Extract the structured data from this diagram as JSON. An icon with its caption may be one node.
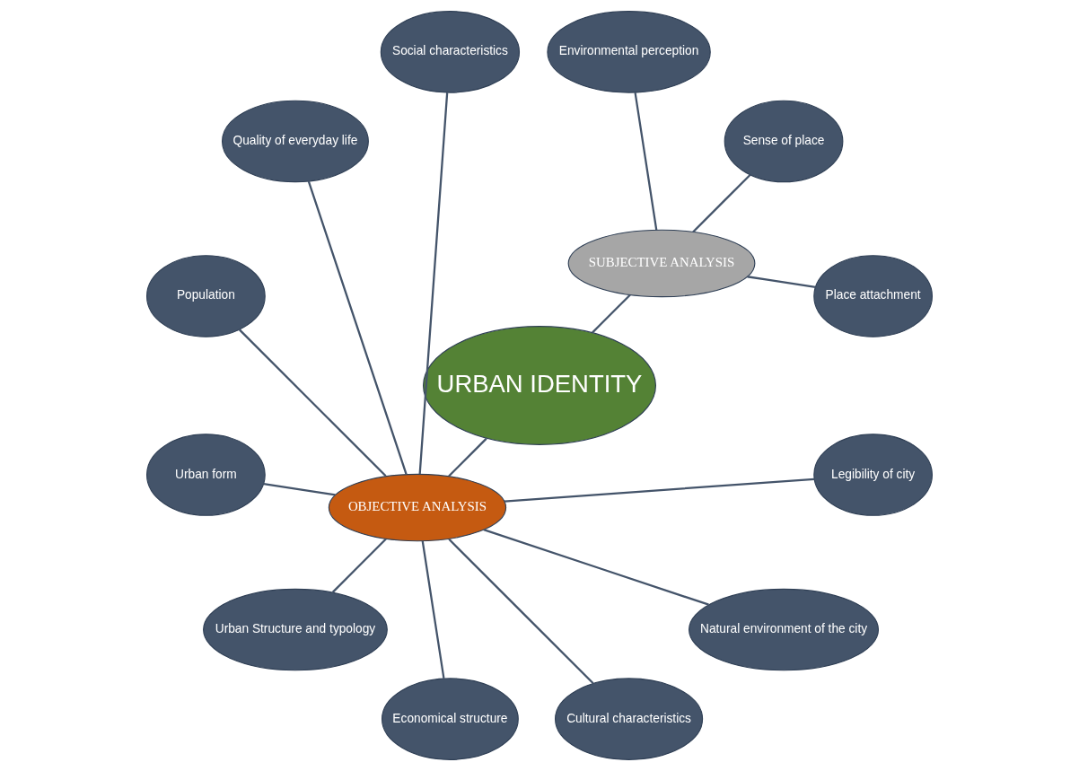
{
  "diagram": {
    "nodes": [
      {
        "text": [
          "URBAN IDENTITY"
        ]
      },
      {
        "text": [
          "OBJECTIVE ANALYSIS"
        ]
      },
      {
        "text": [
          "SUBJECTIVE ANALYSIS"
        ]
      },
      {
        "text": [
          "Social characteristics"
        ]
      },
      {
        "text": [
          "Quality of everyday life"
        ]
      },
      {
        "text": [
          "Population"
        ]
      },
      {
        "text": [
          "Urban form"
        ]
      },
      {
        "text": [
          "Place attachment"
        ]
      },
      {
        "text": [
          "Urban Structure and typology"
        ]
      },
      {
        "text": [
          "Sense of place"
        ]
      },
      {
        "text": [
          "Economical structure"
        ]
      },
      {
        "text": [
          "Cultural characteristics"
        ]
      },
      {
        "text": [
          "Environmental perception"
        ]
      },
      {
        "text": [
          "Natural environment of the city"
        ]
      },
      {
        "text": [
          "Legibility of city"
        ]
      }
    ],
    "edges": [
      {
        "from": 1,
        "to": 0,
        "arrow": "none"
      },
      {
        "from": 0,
        "to": 2,
        "arrow": "none"
      },
      {
        "from": 1,
        "to": 3,
        "arrow": "none"
      },
      {
        "from": 1,
        "to": 4,
        "arrow": "none"
      },
      {
        "from": 1,
        "to": 5,
        "arrow": "none"
      },
      {
        "from": 1,
        "to": 6,
        "arrow": "none"
      },
      {
        "from": 1,
        "to": 8,
        "arrow": "none"
      },
      {
        "from": 1,
        "to": 10,
        "arrow": "none"
      },
      {
        "from": 1,
        "to": 11,
        "arrow": "none"
      },
      {
        "from": 1,
        "to": 13,
        "arrow": "none"
      },
      {
        "from": 1,
        "to": 14,
        "arrow": "none"
      },
      {
        "from": 2,
        "to": 7,
        "arrow": "none"
      },
      {
        "from": 2,
        "to": 9,
        "arrow": "none"
      },
      {
        "from": 2,
        "to": 12,
        "arrow": "none"
      }
    ]
  }
}
